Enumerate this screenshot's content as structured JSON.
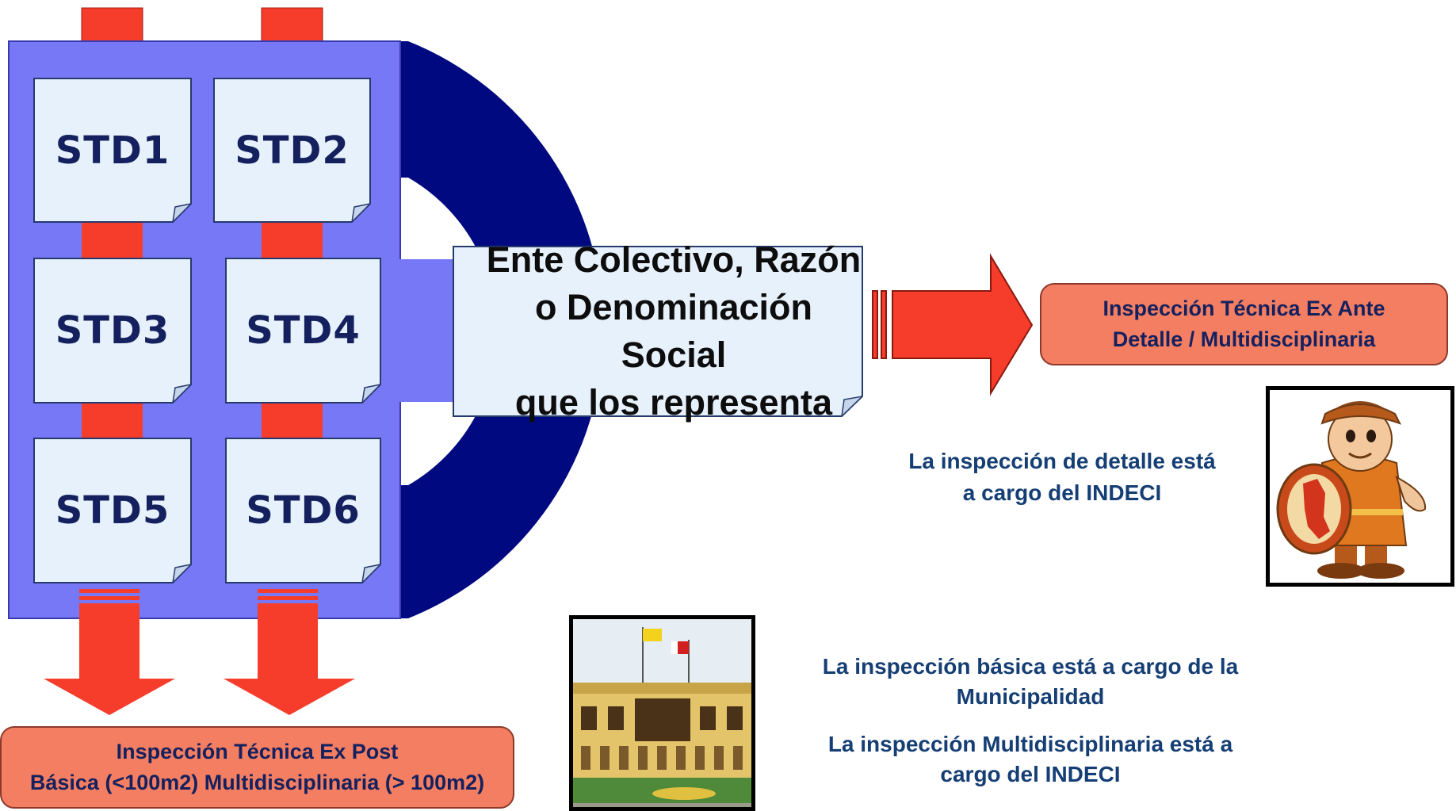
{
  "diagram": {
    "std_labels": [
      "STD1",
      "STD2",
      "STD3",
      "STD4",
      "STD5",
      "STD6"
    ],
    "center_label": [
      "Ente Colectivo, Razón",
      "o Denominación Social",
      "que los representa"
    ],
    "ante_box": [
      "Inspección Técnica Ex Ante",
      "Detalle / Multidisciplinaria"
    ],
    "post_box": [
      "Inspección Técnica Ex Post",
      "Básica (<100m2) Multidisciplinaria (> 100m2)"
    ],
    "caption_detail": [
      "La inspección de detalle está",
      "a cargo del INDECI"
    ],
    "caption_basic": [
      "La inspección básica está a cargo de la",
      "Municipalidad"
    ],
    "caption_multi": [
      "La inspección Multidisciplinaria está a",
      "cargo del INDECI"
    ],
    "colors": {
      "panel": "#7778f6",
      "horseshoe": "#00097f",
      "note_fill": "#e7f1fb",
      "arrow": "#f63c2a",
      "box": "#f47e62",
      "note_text": "#14215e",
      "caption_text": "#153e74"
    }
  }
}
